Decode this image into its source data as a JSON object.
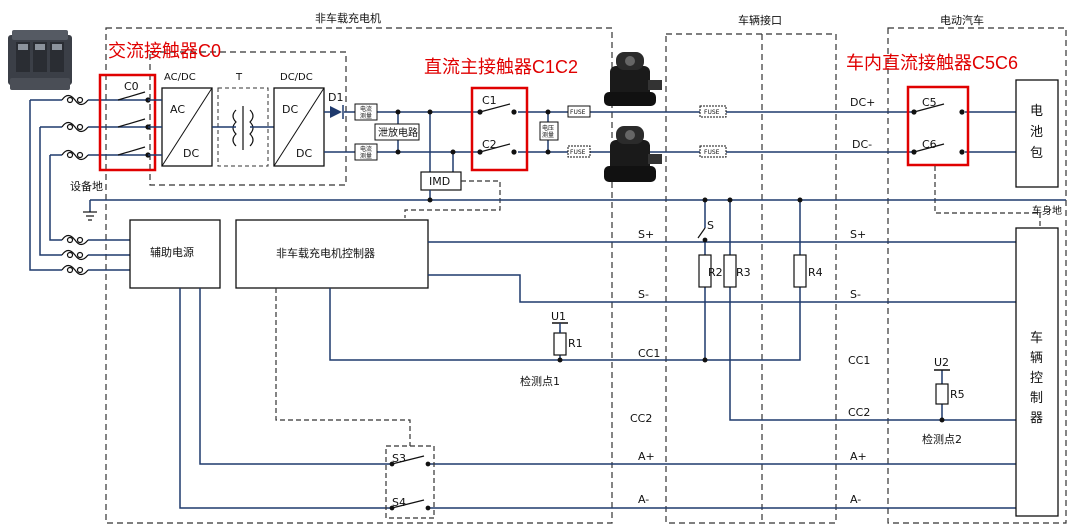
{
  "sections": {
    "offboard_charger": "非车载充电机",
    "vehicle_interface": "车辆接口",
    "electric_vehicle": "电动汽车"
  },
  "red_labels": {
    "ac_contactor": "交流接触器C0",
    "dc_main_contactor": "直流主接触器C1C2",
    "ev_dc_contactor": "车内直流接触器C5C6"
  },
  "components": {
    "c0": "C0",
    "ac_dc_title": "AC/DC",
    "ac": "AC",
    "dc": "DC",
    "t": "T",
    "dc_dc_title": "DC/DC",
    "d1": "D1",
    "current_meas_1": "电流",
    "current_meas_2": "测量",
    "discharge": "泄放电路",
    "voltage_meas_1": "电压",
    "voltage_meas_2": "测量",
    "c1": "C1",
    "c2": "C2",
    "fuse": "FUSE",
    "imd": "IMD",
    "equipment_ground": "设备地",
    "aux_power": "辅助电源",
    "controller": "非车载充电机控制器",
    "s": "S",
    "r1": "R1",
    "r2": "R2",
    "r3": "R3",
    "r4": "R4",
    "r5": "R5",
    "u1": "U1",
    "u2": "U2",
    "check_point_1": "检测点1",
    "check_point_2": "检测点2",
    "s3": "S3",
    "s4": "S4",
    "c5": "C5",
    "c6": "C6",
    "battery": [
      "电",
      "池",
      "包"
    ],
    "vehicle_controller": [
      "车",
      "辆",
      "控",
      "制",
      "器"
    ],
    "body_ground": "车身地"
  },
  "signals": {
    "dc_plus": "DC+",
    "dc_minus": "DC-",
    "s_plus": "S+",
    "s_minus": "S-",
    "cc1": "CC1",
    "cc2": "CC2",
    "a_plus": "A+",
    "a_minus": "A-"
  }
}
